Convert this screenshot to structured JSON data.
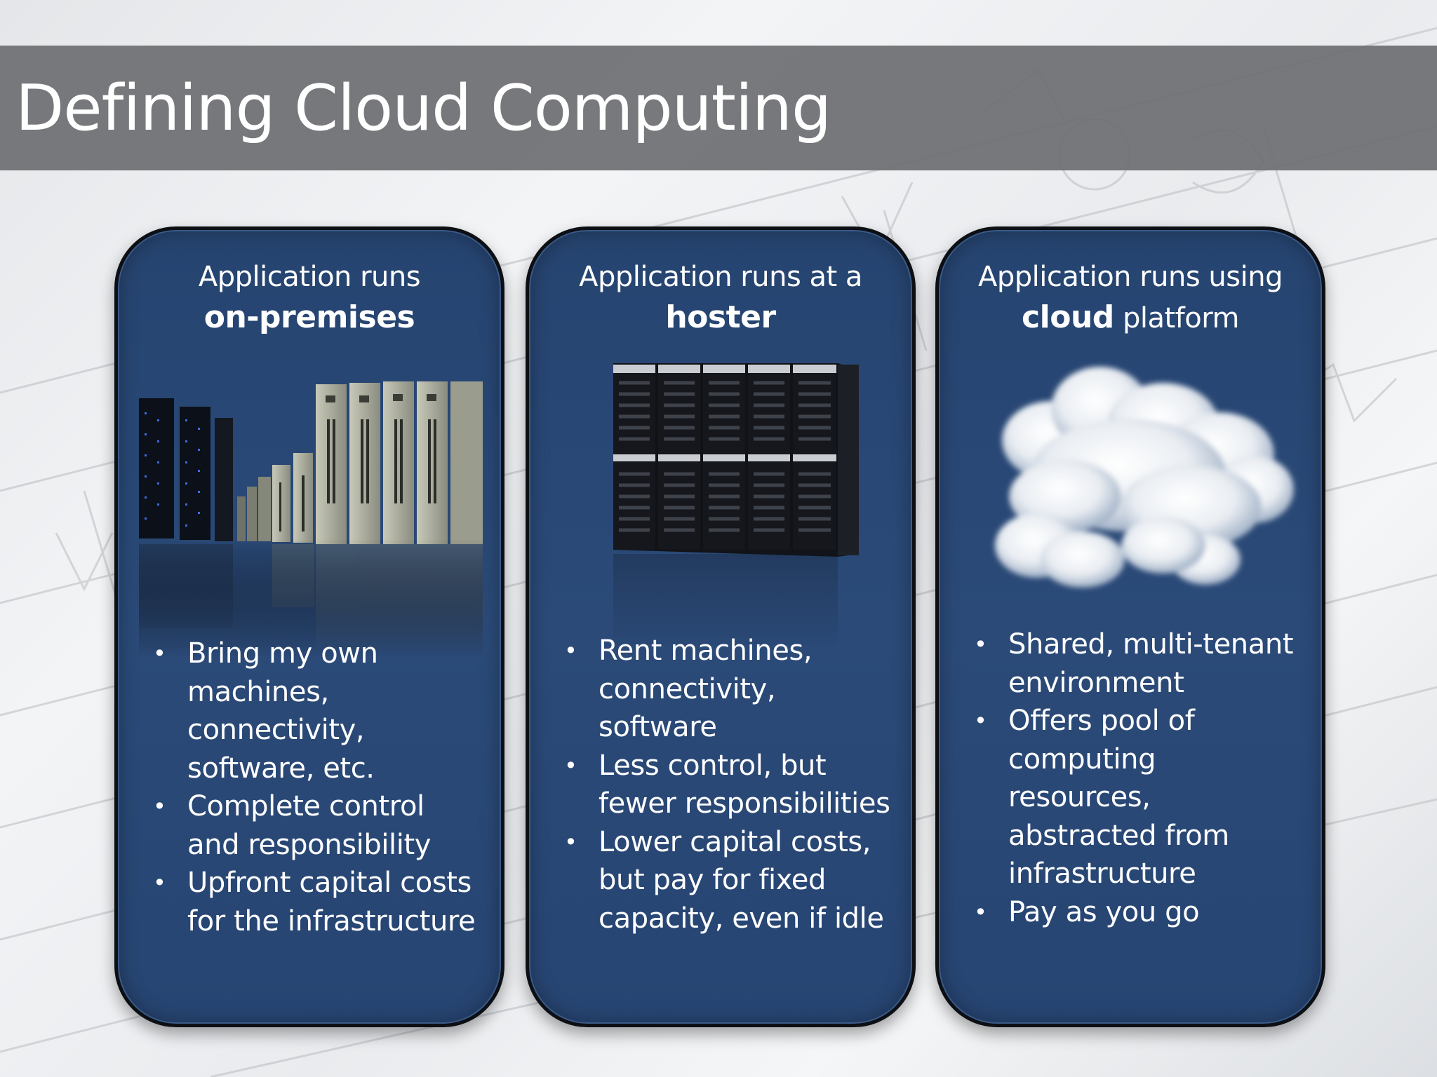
{
  "slide": {
    "title": "Defining Cloud Computing"
  },
  "panels": [
    {
      "heading_line1": "Application runs",
      "heading_bold": "on-premises",
      "heading_rest": "",
      "image": "datacenter-server-racks",
      "bullets": [
        "Bring my own machines, connectivity, software, etc.",
        "Complete control and responsibility",
        "Upfront capital costs for the infrastructure"
      ]
    },
    {
      "heading_line1": "Application runs at a",
      "heading_bold": "hoster",
      "heading_rest": "",
      "image": "server-cabinets",
      "bullets": [
        "Rent machines, connectivity, software",
        "Less control, but fewer responsibilities",
        "Lower capital costs, but pay for fixed capacity, even if idle"
      ]
    },
    {
      "heading_line1": "Application runs using",
      "heading_bold": "cloud",
      "heading_rest": " platform",
      "image": "cloud",
      "bullets": [
        "Shared, multi-tenant environment",
        "Offers pool of computing resources, abstracted from infrastructure",
        "Pay as you go"
      ]
    }
  ],
  "colors": {
    "panel_fill": "#2b4a78",
    "panel_border": "#0c0f14",
    "title_band": "#6e6f72",
    "text": "#ffffff"
  }
}
